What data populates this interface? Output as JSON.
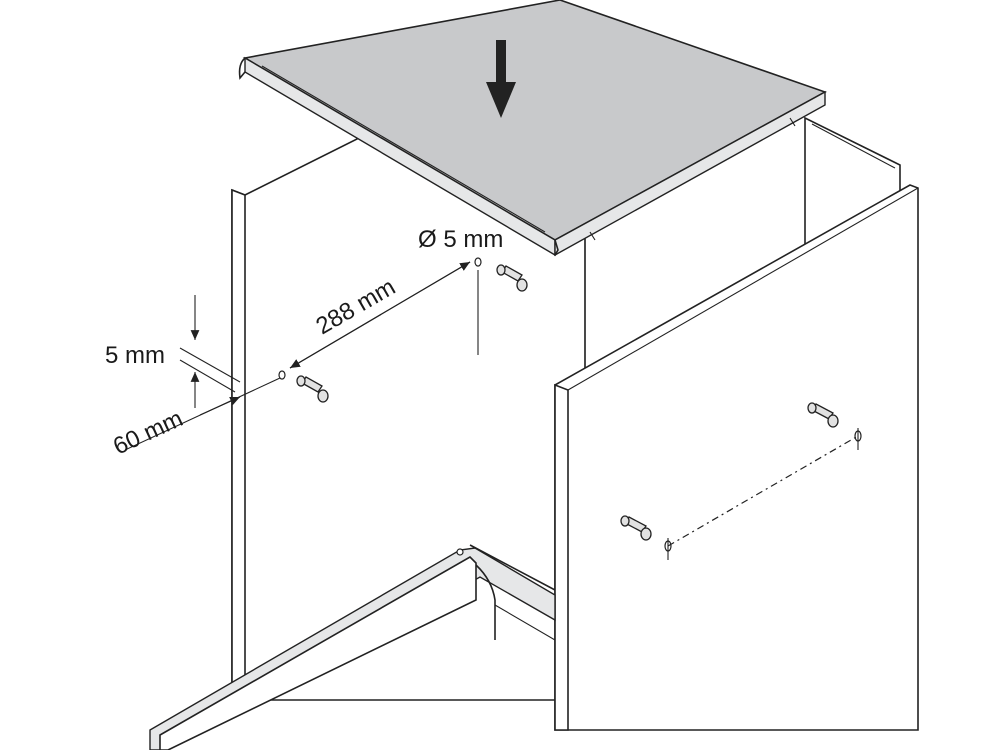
{
  "diagram": {
    "labels": {
      "hole_diameter": "Ø 5 mm",
      "hole_spacing": "288 mm",
      "setback_vertical": "5 mm",
      "setback_horizontal": "60 mm"
    },
    "colors": {
      "shelf_fill": "#c8c9cb",
      "line": "#222222",
      "background": "#ffffff"
    },
    "icons": {
      "insert_arrow": "arrow-down-icon"
    }
  }
}
